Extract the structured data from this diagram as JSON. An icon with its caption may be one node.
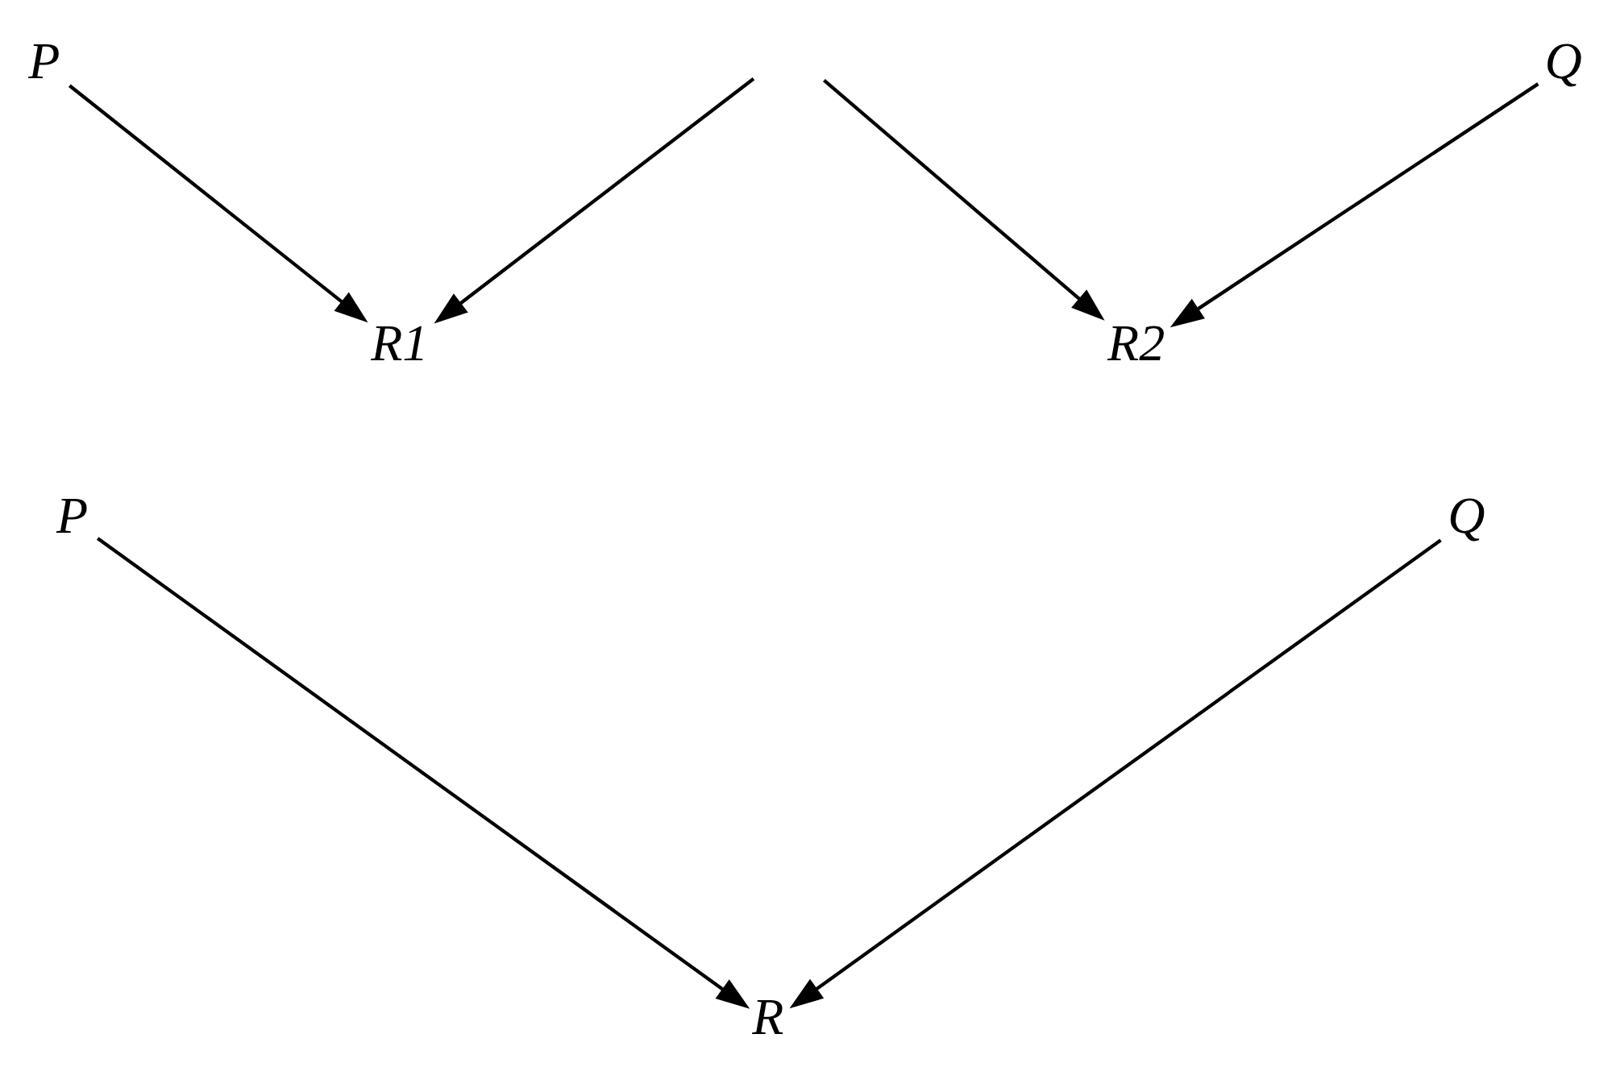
{
  "diagram": {
    "nodes": [
      {
        "text": [
          "P"
        ]
      },
      {
        "text": [
          "Q"
        ]
      },
      {
        "text": [
          "R1"
        ]
      },
      {
        "text": [
          "R2"
        ]
      },
      {
        "text": [
          "P"
        ]
      },
      {
        "text": [
          "Q"
        ]
      },
      {
        "text": [
          "R"
        ]
      }
    ],
    "edges": [
      {
        "from": 0,
        "to": 2,
        "arrow": "to"
      },
      {
        "from": null,
        "to": 2,
        "arrow": "to"
      },
      {
        "from": null,
        "to": 3,
        "arrow": "to"
      },
      {
        "from": 1,
        "to": 3,
        "arrow": "to"
      },
      {
        "from": 4,
        "to": 6,
        "arrow": "to"
      },
      {
        "from": 5,
        "to": 6,
        "arrow": "to"
      }
    ]
  }
}
